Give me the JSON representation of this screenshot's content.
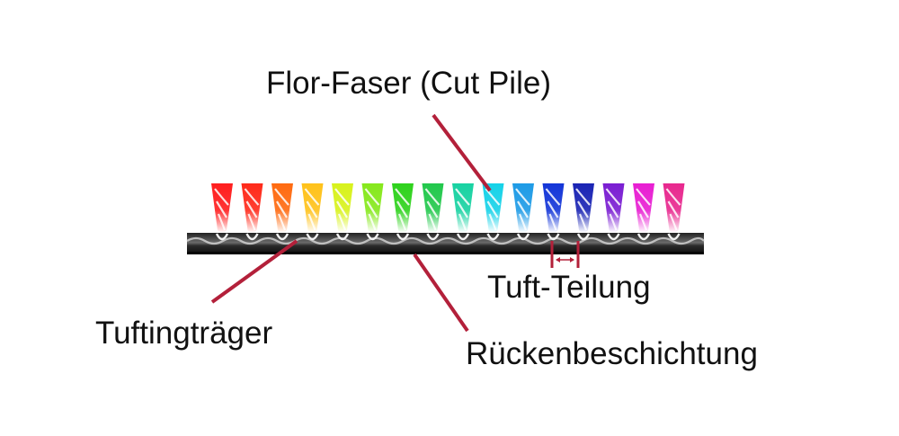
{
  "labels": {
    "pile_fiber": "Flor-Faser (Cut Pile)",
    "tuft_pitch": "Tuft-Teilung",
    "primary_backing": "Tuftingträger",
    "back_coating": "Rückenbeschichtung"
  },
  "tufts": {
    "colors": [
      "#ff1e1e",
      "#ff2a1a",
      "#ff6a10",
      "#ffc21a",
      "#d8f21c",
      "#86e81c",
      "#2ed21c",
      "#22c84c",
      "#18d2a2",
      "#16d2e8",
      "#1e9be6",
      "#1436d8",
      "#1a24b4",
      "#7a1ed2",
      "#e81ed2",
      "#e8288e"
    ]
  },
  "colors": {
    "leader": "#b3203a",
    "backing_dark": "#151515",
    "backing_mid": "#6e6e6e"
  }
}
